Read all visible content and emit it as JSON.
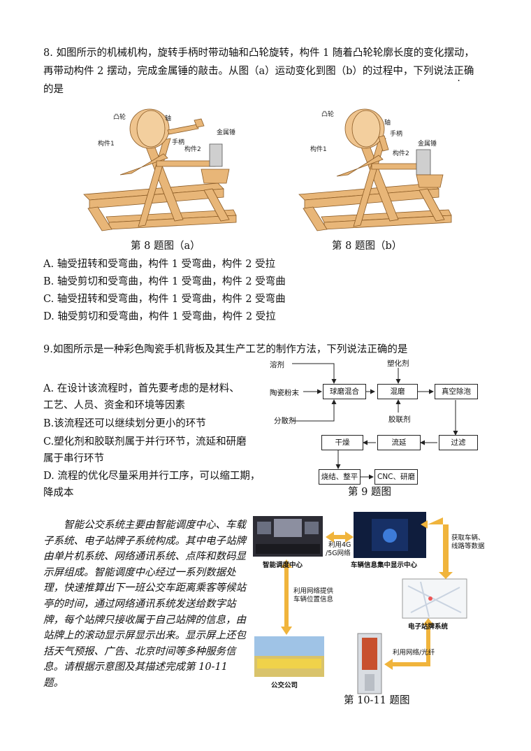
{
  "q8": {
    "stem_line1": "8. 如图所示的机械机构，旋转手柄时带动轴和凸轮旋转，构件 1 随着凸轮轮廓长度的变化摆动，",
    "stem_line2_a": "再带动构件 2 摆动，完成金属锤的敲击。从图（a）运动变化到图（b）的过程中，下列说法",
    "stem_line2_b": "正确",
    "stem_line3": "的是",
    "fig_a": {
      "cam": "凸轮",
      "shaft": "轴",
      "part1": "构件1",
      "handle": "手柄",
      "part2": "构件2",
      "hammer": "金属锤"
    },
    "fig_b": {
      "cam": "凸轮",
      "shaft": "轴",
      "handle": "手柄",
      "part1": "构件1",
      "part2": "构件2",
      "hammer": "金属锤"
    },
    "caption_a": "第 8 题图（a）",
    "caption_b": "第 8 题图（b）",
    "options": [
      "A. 轴受扭转和受弯曲，构件 1 受弯曲，构件 2 受拉",
      "B. 轴受剪切和受弯曲，构件 1 受弯曲，构件 2 受弯曲",
      "C. 轴受扭转和受弯曲，构件 1 受弯曲，构件 2 受弯曲",
      "D. 轴受剪切和受弯曲，构件 1 受弯曲，构件 2 受拉"
    ]
  },
  "q9": {
    "stem": "9.如图所示是一种彩色陶瓷手机背板及其生产工艺的制作方法，下列说法正确的是",
    "options": [
      "A. 在设计该流程时，首先要考虑的是材料、",
      "工艺、人员、资金和环境等因素",
      "B.该流程还可以继续划分更小的环节",
      "C.塑化剂和胶联剂属于并行环节，流延和研磨",
      "属于串行环节",
      "D. 流程的优化尽量采用并行工序，可以缩工期，",
      "降成本"
    ],
    "flow": {
      "solvent": "溶剂",
      "plasticizer": "塑化剂",
      "ceramic_powder": "陶瓷粉末",
      "ball_mill": "球磨混合",
      "refine": "混磨",
      "vacuum": "真空除泡",
      "dispersant": "分散剂",
      "binder": "胶联剂",
      "dry": "干燥",
      "casting": "流延",
      "filter": "过滤",
      "sinter": "烧结、整平",
      "cnc": "CNC、研磨"
    },
    "caption": "第 9 题图"
  },
  "q10": {
    "passage": "智能公交系统主要由智能调度中心、车载子系统、电子站牌子系统构成。其中电子站牌由单片机系统、网络通讯系统、点阵和数码显示屏组成。智能调度中心经过一系列数据处理，快速推算出下一班公交车距离乘客等候站亭的时间，通过网络通讯系统发送给数字站牌，每个站牌只接收属于自己站牌的信息，由站牌上的滚动显示屏显示出来。显示屏上还包括天气预报、广告、北京时间等多种服务信息。请根据示意图及其描述完成第 10-11 题。",
    "diagram": {
      "dispatch": "智能调度中心",
      "display_center": "车辆信息集中显示中心",
      "link_4g_1": "利用4G",
      "link_4g_2": "/5G网络",
      "fetch_1": "获取车辆、",
      "fetch_2": "线路等数据",
      "net_loc_1": "利用网络提供",
      "net_loc_2": "车辆位置信息",
      "station": "电子站牌系统",
      "bus_company": "公交公司",
      "fiber": "利用网络/光纤"
    },
    "caption": "第 10-11 题图"
  },
  "colors": {
    "wood": "#e8b678",
    "arrow": "#f0b43c"
  }
}
